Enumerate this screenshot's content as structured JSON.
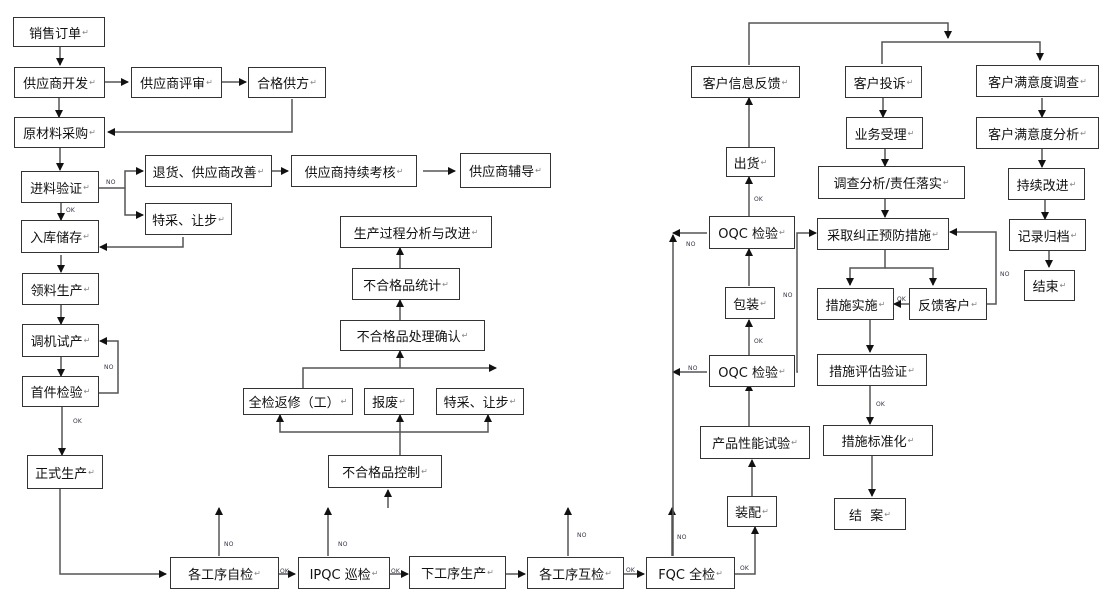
{
  "return_mark": "↵",
  "labels": {
    "no": "NO",
    "ok": "OK"
  },
  "nodes": {
    "sales_order": "销售订单",
    "supplier_dev": "供应商开发",
    "supplier_review": "供应商评审",
    "qualified_supplier": "合格供方",
    "raw_purchase": "原材料采购",
    "incoming_inspection": "进料验证",
    "return_improve": "退货、供应商改善",
    "supplier_assessment": "供应商持续考核",
    "supplier_coaching": "供应商辅导",
    "special_accept_1": "特采、让步",
    "warehouse": "入库储存",
    "material_issue": "领料生产",
    "trial_run": "调机试产",
    "first_article": "首件检验",
    "formal_production": "正式生产",
    "process_analysis": "生产过程分析与改进",
    "nc_statistics": "不合格品统计",
    "nc_confirm": "不合格品处理确认",
    "rework": "全检返修（工）",
    "scrap": "报废",
    "special_accept_2": "特采、让步",
    "nc_control": "不合格品控制",
    "self_check": "各工序自检",
    "ipqc": "IPQC 巡检",
    "next_process": "下工序生产",
    "mutual_check": "各工序互检",
    "fqc": "FQC 全检",
    "assembly": "装配",
    "perf_test": "产品性能试验",
    "oqc_1": "OQC 检验",
    "packing": "包装",
    "oqc_2": "OQC 检验",
    "shipment": "出货",
    "customer_feedback": "客户信息反馈",
    "complaint": "客户投诉",
    "business_accept": "业务受理",
    "investigation": "调查分析/责任落实",
    "corrective": "采取纠正预防措施",
    "implement": "措施实施",
    "feedback_customer": "反馈客户",
    "evaluate": "措施评估验证",
    "standardize": "措施标准化",
    "close_case": "结  案",
    "satisfaction_survey": "客户满意度调查",
    "satisfaction_analysis": "客户满意度分析",
    "continuous_improve": "持续改进",
    "archive": "记录归档",
    "end": "结束"
  }
}
